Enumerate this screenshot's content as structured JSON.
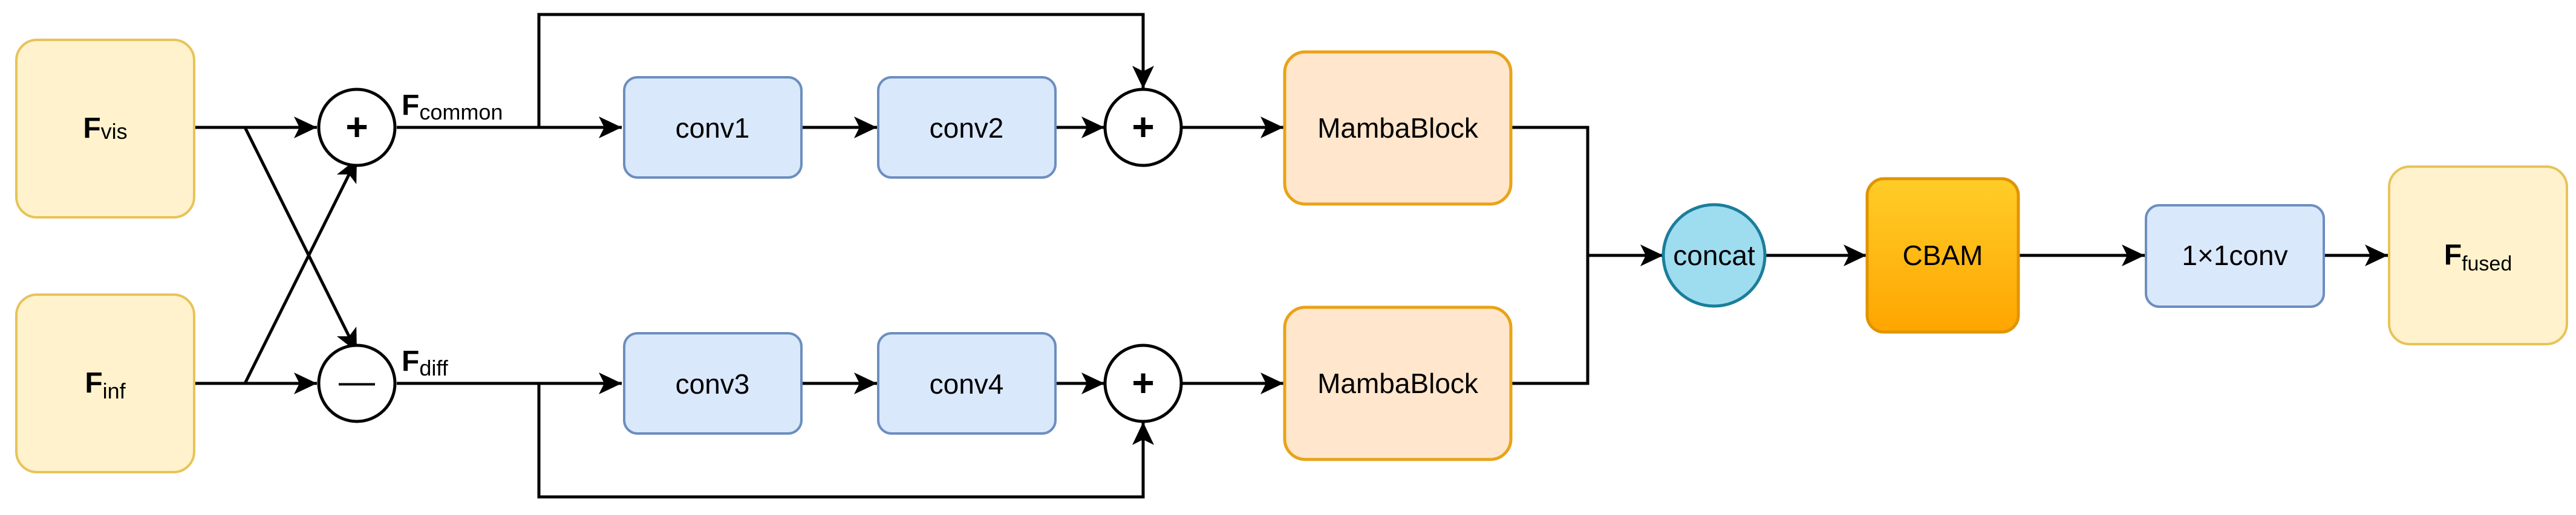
{
  "nodes": {
    "fvis": {
      "main": "F",
      "sub": "vis"
    },
    "finf": {
      "main": "F",
      "sub": "inf"
    },
    "ffused": {
      "main": "F",
      "sub": "fused"
    },
    "conv1": "conv1",
    "conv2": "conv2",
    "conv3": "conv3",
    "conv4": "conv4",
    "mamba_top": "MambaBlock",
    "mamba_bottom": "MambaBlock",
    "concat": "concat",
    "cbam": "CBAM",
    "conv1x1": "1×1conv"
  },
  "operators": {
    "add_common": "+",
    "sub_diff": "—",
    "add_top": "+",
    "add_bottom": "+"
  },
  "edge_labels": {
    "common": {
      "main": "F",
      "sub": "common"
    },
    "diff": {
      "main": "F",
      "sub": "diff"
    }
  },
  "colors": {
    "input_fill": "#FFF2CC",
    "input_stroke": "#D6B656",
    "conv_fill": "#DAE8FC",
    "conv_stroke": "#6C8EBF",
    "mamba_fill": "#FFE6CC",
    "mamba_stroke": "#D79B00",
    "concat_fill": "#9EDCF0",
    "concat_stroke": "#1A7E9A",
    "cbam_top": "#FFCD28",
    "cbam_bottom": "#FFA500",
    "cbam_stroke": "#D79B00",
    "line": "#000000"
  }
}
